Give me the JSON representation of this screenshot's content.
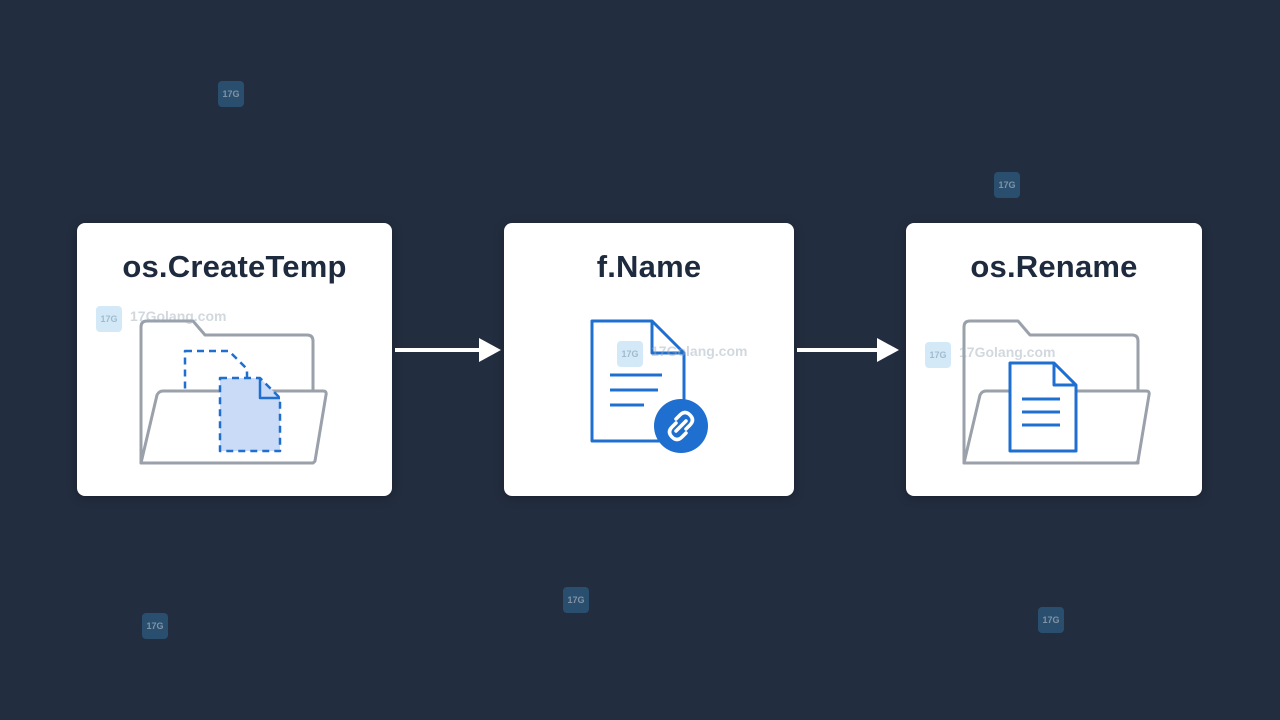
{
  "steps": [
    {
      "title": "os.CreateTemp",
      "icon": "temp-folder-icon"
    },
    {
      "title": "f.Name",
      "icon": "file-link-icon"
    },
    {
      "title": "os.Rename",
      "icon": "folder-file-icon"
    }
  ],
  "watermark": {
    "text": "17Golang.com",
    "badge": "17G"
  },
  "colors": {
    "background": "#222d3f",
    "card": "#ffffff",
    "title": "#1e2a3d",
    "accent_blue": "#1f6fd1",
    "light_blue_fill": "#c9dbf7",
    "folder_gray": "#9aa1ab",
    "arrow": "#ffffff"
  }
}
